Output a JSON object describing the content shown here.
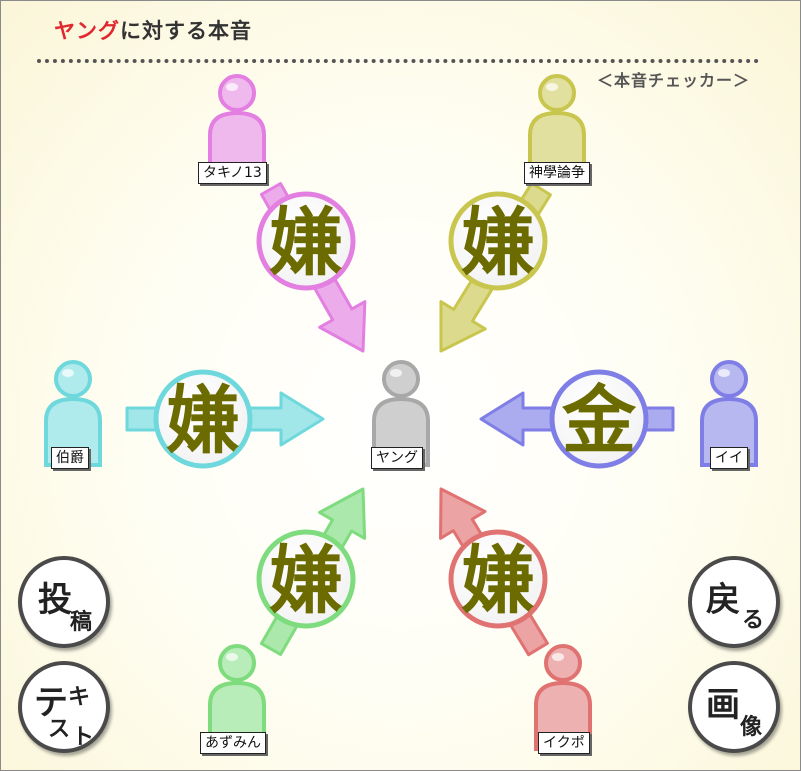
{
  "header": {
    "title_name": "ヤング",
    "title_rest": "に対する本音",
    "subtitle": "＜本音チェッカー＞"
  },
  "center": {
    "name": "ヤング"
  },
  "users": [
    {
      "id": "takino",
      "name": "タキノ13",
      "color": "#e27fe0",
      "emotion": "嫌"
    },
    {
      "id": "shingaku",
      "name": "神學論争",
      "color": "#c9c64f",
      "emotion": "嫌"
    },
    {
      "id": "hakushaku",
      "name": "伯爵",
      "color": "#6ed8dc",
      "emotion": "嫌"
    },
    {
      "id": "ii",
      "name": "イイ",
      "color": "#7e7ee6",
      "emotion": "金"
    },
    {
      "id": "azumin",
      "name": "あずみん",
      "color": "#7edc7e",
      "emotion": "嫌"
    },
    {
      "id": "ikupo",
      "name": "イクポ",
      "color": "#e07272",
      "emotion": "嫌"
    }
  ],
  "buttons": {
    "post": [
      "投",
      "稿"
    ],
    "text": [
      "テ",
      "キ",
      "ス",
      "ト"
    ],
    "back": [
      "戻",
      "る"
    ],
    "image": [
      "画",
      "像"
    ]
  },
  "colors": {
    "emotion_text": "#6b6b00",
    "center_person": "#a8a8a8"
  }
}
